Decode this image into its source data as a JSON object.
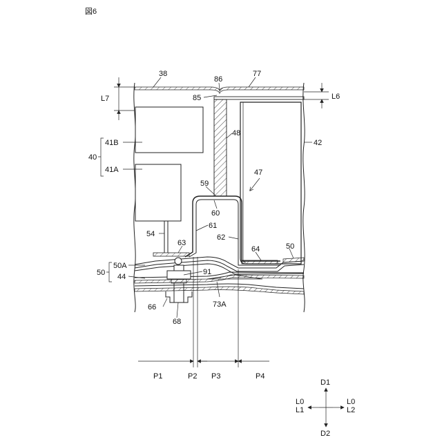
{
  "figure": {
    "title": "図6"
  },
  "labels": {
    "l38": "38",
    "l86": "86",
    "l77": "77",
    "l85": "85",
    "lL7": "L7",
    "lL6": "L6",
    "l48": "48",
    "l41B": "41B",
    "l40": "40",
    "l41A": "41A",
    "l42": "42",
    "l47": "47",
    "l59": "59",
    "l60": "60",
    "l61": "61",
    "l62": "62",
    "l54": "54",
    "l63": "63",
    "l64": "64",
    "l50r": "50",
    "l50A": "50A",
    "l50": "50",
    "l44": "44",
    "l91": "91",
    "l66": "66",
    "l68": "68",
    "l73A": "73A",
    "lP1": "P1",
    "lP2": "P2",
    "lP3": "P3",
    "lP4": "P4"
  },
  "compass": {
    "d1": "D1",
    "d2": "D2",
    "left_top": "L0",
    "left_bottom": "L1",
    "right_top": "L0",
    "right_bottom": "L2"
  }
}
